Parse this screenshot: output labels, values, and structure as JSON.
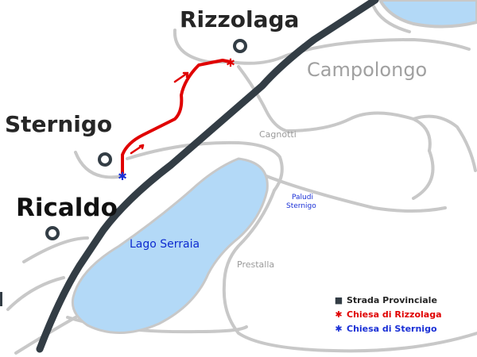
{
  "towns": {
    "rizzolaga": "Rizzolaga",
    "sternigo": "Sternigo",
    "ricaldo": "Ricaldo"
  },
  "places": {
    "campolongo": "Campolongo",
    "cagnotti": "Cagnotti",
    "paludi_line1": "Paludi",
    "paludi_line2": "Sternigo",
    "prestalla": "Prestalla"
  },
  "lake": {
    "name": "Lago Serraia"
  },
  "legend": {
    "items": [
      {
        "label": "Strada Provinciale",
        "color": "#333d45",
        "icon": "square-icon"
      },
      {
        "label": "Chiesa di Rizzolaga",
        "color": "#e00000",
        "icon": "star-icon"
      },
      {
        "label": "Chiesa di Sternigo",
        "color": "#1a30d6",
        "icon": "star-icon"
      }
    ]
  },
  "colors": {
    "road_provinciale": "#333d45",
    "road_minor": "#c8c8c8",
    "lake": "#b3d9f7",
    "route": "#e00000",
    "church_rizzolaga": "#e00000",
    "church_sternigo": "#1a30d6"
  }
}
